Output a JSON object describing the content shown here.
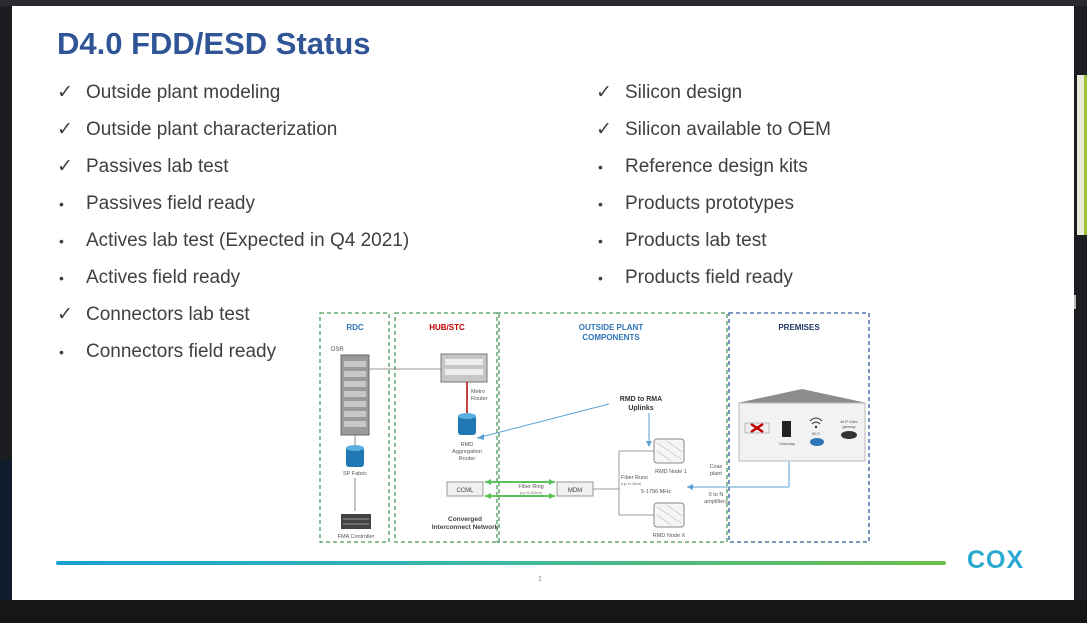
{
  "slide": {
    "title": "D4.0 FDD/ESD Status",
    "page_number": "1",
    "logo_text": "COX",
    "left_items": [
      {
        "marker": "✓",
        "text": "Outside plant modeling"
      },
      {
        "marker": "✓",
        "text": "Outside plant characterization"
      },
      {
        "marker": "✓",
        "text": "Passives lab test"
      },
      {
        "marker": "•",
        "text": "Passives field ready"
      },
      {
        "marker": "•",
        "text": "Actives lab test (Expected in Q4 2021)"
      },
      {
        "marker": "•",
        "text": "Actives field ready"
      },
      {
        "marker": "✓",
        "text": "Connectors lab test"
      },
      {
        "marker": "•",
        "text": "Connectors field ready"
      }
    ],
    "right_items": [
      {
        "marker": "✓",
        "text": "Silicon design"
      },
      {
        "marker": "✓",
        "text": "Silicon available to OEM"
      },
      {
        "marker": "•",
        "text": "Reference design kits"
      },
      {
        "marker": "•",
        "text": "Products prototypes"
      },
      {
        "marker": "•",
        "text": "Products lab test"
      },
      {
        "marker": "•",
        "text": "Products field ready"
      }
    ]
  },
  "diagram": {
    "sections": {
      "rdc": "RDC",
      "hub": "HUB/STC",
      "osp_line1": "OUTSIDE PLANT",
      "osp_line2": "COMPONENTS",
      "premises": "PREMISES"
    },
    "labels": {
      "dsr": "DSR",
      "metro1": "Metro",
      "metro2": "Router",
      "rmd_agg1": "RMD",
      "rmd_agg2": "Aggregation",
      "rmd_agg3": "Router",
      "sp_fabric": "SP Fabric",
      "fma": "FMA Controller",
      "ccml": "CCML",
      "fiber_ring1": "Fiber Ring",
      "fiber_ring2": "(up to 80km)",
      "mdm": "MDM",
      "converged1": "Converged",
      "converged2": "Interconnect Network",
      "uplinks1": "RMD to RMA",
      "uplinks2": "Uplinks",
      "fiber_runs1": "Fiber Runs",
      "fiber_runs2": "(up to 8km)",
      "freq": "5-1796 MHz",
      "node1": "RMD Node 1",
      "nodex": "RMD Node X",
      "coax1": "Coax",
      "coax2": "plant",
      "amps1": "0 to N",
      "amps2": "amplifiers",
      "gateway": "Gateway",
      "wifi": "Wi-Fi",
      "video1": "All IP video",
      "video2": "gateway"
    },
    "colors": {
      "section_border": "#4a9a5a",
      "rdc_hub_osp_title": "#2e75b6",
      "hub_title": "#c00000",
      "premises_title": "#1f3864",
      "link_green": "#5cc05c",
      "link_blue": "#5aa0d0"
    }
  }
}
